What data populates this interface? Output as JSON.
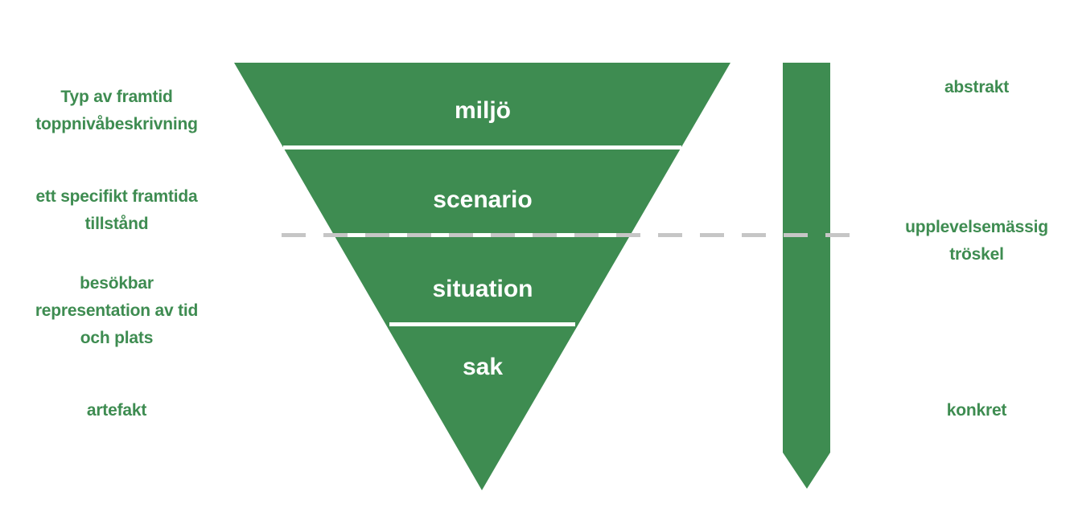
{
  "theme": {
    "green": "#3E8C51",
    "divider": "#ffffff",
    "dashed_line": "#c6c6c6",
    "background": "#ffffff",
    "tier_text": "#ffffff"
  },
  "diagram": {
    "type": "inverted-pyramid",
    "title": "",
    "tiers": [
      {
        "id": "miljo",
        "label": "miljö"
      },
      {
        "id": "scenario",
        "label": "scenario"
      },
      {
        "id": "situation",
        "label": "situation"
      },
      {
        "id": "sak",
        "label": "sak"
      }
    ]
  },
  "left_labels": [
    {
      "id": "type-description",
      "text": "Typ av  framtid\ntoppnivåbeskrivning"
    },
    {
      "id": "specific-state",
      "text": "ett specifikt framtida\ntillstånd"
    },
    {
      "id": "visitable",
      "text": "besökbar\nrepresentation av tid\noch plats"
    },
    {
      "id": "artefact",
      "text": "artefakt"
    }
  ],
  "right_labels": [
    {
      "id": "abstract",
      "text": "abstrakt"
    },
    {
      "id": "threshold",
      "text": "upplevelsemässig\ntröskel"
    },
    {
      "id": "concrete",
      "text": "konkret"
    }
  ],
  "axis_arrow": {
    "name": "abstract-to-concrete-arrow",
    "direction": "downward"
  },
  "threshold_line": {
    "name": "experiential-threshold-line",
    "style": "dashed"
  }
}
